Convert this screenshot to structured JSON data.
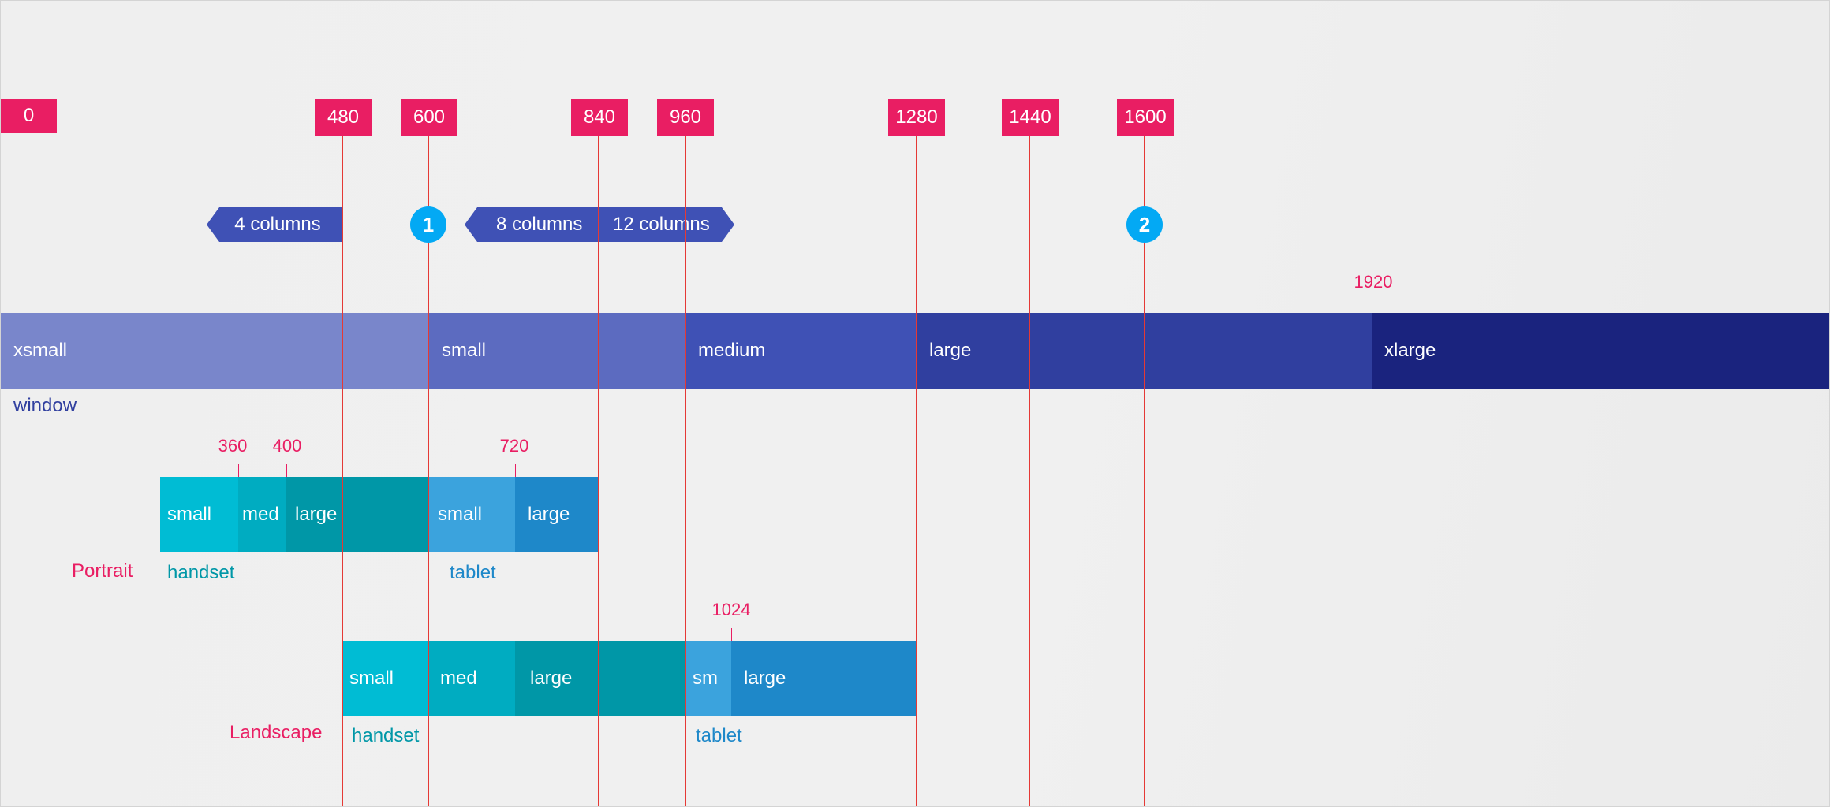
{
  "breakpoints": [
    "0",
    "480",
    "600",
    "840",
    "960",
    "1280",
    "1440",
    "1600"
  ],
  "columns": [
    "4 columns",
    "8 columns",
    "12 columns"
  ],
  "markers": [
    "1",
    "2"
  ],
  "window": {
    "caption": "window",
    "segments": [
      "xsmall",
      "small",
      "medium",
      "large",
      "xlarge"
    ],
    "tick": "1920"
  },
  "portrait": {
    "caption": "Portrait",
    "handset_caption": "handset",
    "tablet_caption": "tablet",
    "handset_segments": [
      "small",
      "med",
      "large"
    ],
    "tablet_segments": [
      "small",
      "large"
    ],
    "ticks": [
      "360",
      "400",
      "720"
    ]
  },
  "landscape": {
    "caption": "Landscape",
    "handset_caption": "handset",
    "tablet_caption": "tablet",
    "handset_segments": [
      "small",
      "med",
      "large"
    ],
    "tablet_segments": [
      "sm",
      "large"
    ],
    "ticks": [
      "1024"
    ]
  },
  "colors": {
    "breakpoint": "#e91e63",
    "guide_line": "#e53935",
    "column_tag": "#3f51b5",
    "marker": "#03a9f4",
    "window_xsmall": "#7986cb",
    "window_small": "#5c6bc0",
    "window_medium": "#3f51b5",
    "window_large": "#303f9f",
    "window_xlarge": "#1a237e",
    "handset_small": "#00bcd4",
    "handset_med": "#00acc1",
    "handset_large": "#0097a7",
    "tablet_small": "#3ba3dd",
    "tablet_large": "#1e88c9"
  }
}
